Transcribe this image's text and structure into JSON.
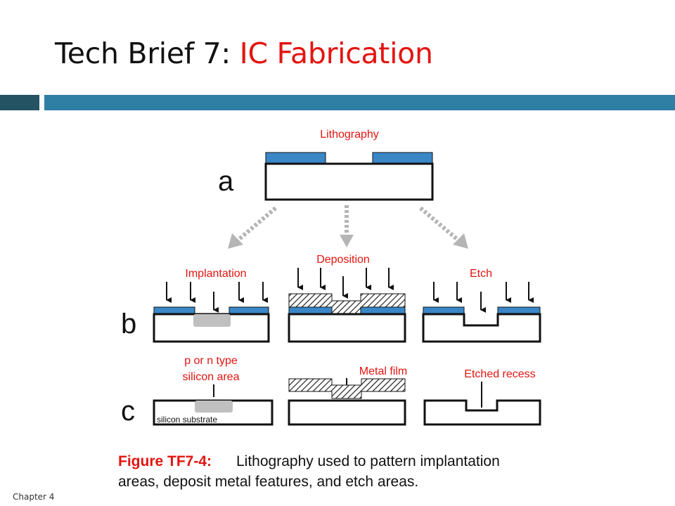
{
  "slide": {
    "title_prefix": "Tech Brief 7: ",
    "title_highlight": "IC Fabrication",
    "footer": "Chapter 4"
  },
  "figure": {
    "rows": {
      "a": "a",
      "b": "b",
      "c": "c"
    },
    "lithography": "Lithography",
    "implantation": "Implantation",
    "deposition": "Deposition",
    "etch": "Etch",
    "p_or_n_line1": "p or n type",
    "p_or_n_line2": "silicon area",
    "silicon_substrate": "silicon substrate",
    "metal_film": "Metal film",
    "etched_recess": "Etched recess",
    "caption_label": "Figure TF7-4:",
    "caption_line1": "Lithography used to pattern implantation",
    "caption_line2": "areas, deposit metal features, and etch areas."
  },
  "colors": {
    "accent": "#e3140f",
    "mask": "#3a87c8",
    "bar_dark": "#245364",
    "bar_light": "#2f7fa5",
    "implant": "#c0c0c0",
    "arrow_gray": "#b5b5b5"
  }
}
